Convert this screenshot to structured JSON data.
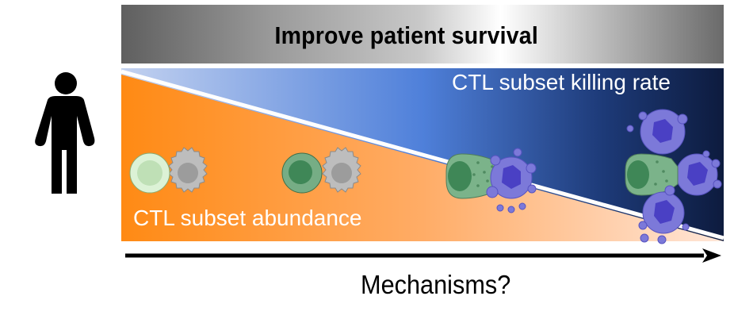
{
  "header": {
    "title": "Improve patient survival"
  },
  "panel": {
    "upper_label": "CTL subset killing rate",
    "lower_label": "CTL subset abundance",
    "colors": {
      "orange_start": "#ff8c1a",
      "orange_end": "#ffe3d2",
      "blue_start": "#b7c9ec",
      "blue_mid": "#4f7fd8",
      "blue_end": "#0f1f45",
      "ctl_green": "#7bb38a",
      "ctl_nucleus": "#3d8a5a",
      "target_gray": "#bdbdbd",
      "dying_target": "#7a78d8",
      "dying_nucleus": "#4a3fc2"
    },
    "stages": [
      {
        "name": "naive-ctl-contact",
        "ctl_color": "light-green",
        "targets": 1,
        "target_state": "intact"
      },
      {
        "name": "effector-ctl-contact",
        "ctl_color": "dark-green",
        "targets": 1,
        "target_state": "intact"
      },
      {
        "name": "ctl-killing-single",
        "ctl_color": "green-granular",
        "targets": 1,
        "target_state": "dying"
      },
      {
        "name": "ctl-serial-killing",
        "ctl_color": "green-granular",
        "targets": 3,
        "target_state": "dying"
      }
    ]
  },
  "subject_icon": "person-icon",
  "axis": {
    "label": "Mechanisms?",
    "icon": "arrow-right-icon"
  }
}
